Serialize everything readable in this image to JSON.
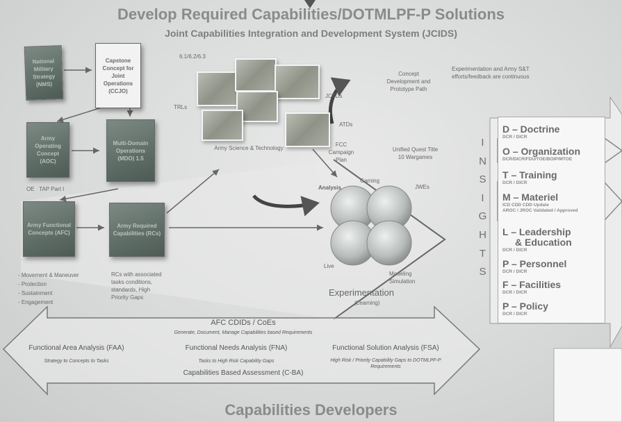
{
  "header": {
    "title": "Develop Required Capabilities/DOTMLPF-P Solutions",
    "subtitle": "Joint Capabilities Integration and Development System (JCIDS)"
  },
  "documents": {
    "nms": "National Military Strategy (NMS)",
    "ccjo": "Capstone Concept for Joint Operations (CCJO)",
    "aoc": "Army Operating Concept (AOC)",
    "mdo": "Multi-Domain Operations (MDO) 1.5",
    "afc": "Army Functional Concepts (AFC)",
    "rc": "Army Required Capabilities (RCs)"
  },
  "labels": {
    "s_and_t_levels": "6.1/6.2/6.3",
    "trls": "TRLs",
    "jctds": "JCTDs",
    "atds": "ATDs",
    "army_st": "Army Science & Technology",
    "concept_path": "Concept Development and Prototype Path",
    "experimentation_note": "Experimentation and Army S&T efforts/feedback are continuous",
    "fcc": "FCC Campaign Plan",
    "unified_quest": "Unified Quest Title 10 Wargames",
    "jwes": "JWEs",
    "gaming": "Gaming",
    "analysis": "Analysis",
    "live": "Live",
    "modeling": "Modeling Simulation",
    "experimentation": "Experimentation",
    "learning": "(Learning)",
    "oe_tap": "OE   TAP Part I"
  },
  "functions": [
    "- Movement & Maneuver",
    "- Protection",
    "- Sustainment",
    "- Engagement"
  ],
  "rc_note": "RCs with associated tasks conditions, standards, High Priority Gaps",
  "insights": [
    "I",
    "N",
    "S",
    "I",
    "G",
    "H",
    "T",
    "S"
  ],
  "dotmlpf": [
    {
      "head": "D – Doctrine",
      "sub": "DCR / DICR"
    },
    {
      "head": "O – Organization",
      "sub": "DCR/DICR/FDU/TOE/BOIP/MTOE"
    },
    {
      "head": "T – Training",
      "sub": "DCR / DICR"
    },
    {
      "head": "M – Materiel",
      "sub": "ICD   CDD   CDD Update",
      "sub2": "AROC / JROC Validated / Approved"
    },
    {
      "head": "L – Leadership",
      "head2": "& Education",
      "sub": "DCR / DICR"
    },
    {
      "head": "P – Personnel",
      "sub": "DCR / DICR"
    },
    {
      "head": "F – Facilities",
      "sub": "DCR / DICR"
    },
    {
      "head": "P – Policy",
      "sub": "DCR / DICR"
    }
  ],
  "cba": {
    "afc_cdids": "AFC CDIDs / CoEs",
    "generate": "Generate, Document, Manage Capabilities based Requirements",
    "faa": "Functional Area Analysis (FAA)",
    "fna": "Functional Needs Analysis (FNA)",
    "fsa": "Functional Solution Analysis (FSA)",
    "faa_sub": "Strategy to Concepts to Tasks",
    "fna_sub": "Tasks to High Risk Capability Gaps",
    "fsa_sub": "High Risk / Priority Capability Gaps to DOTMLPF-P Requirements",
    "cba_label": "Capabilities Based Assessment (C-BA)"
  },
  "footer": {
    "title": "Capabilities Developers"
  }
}
